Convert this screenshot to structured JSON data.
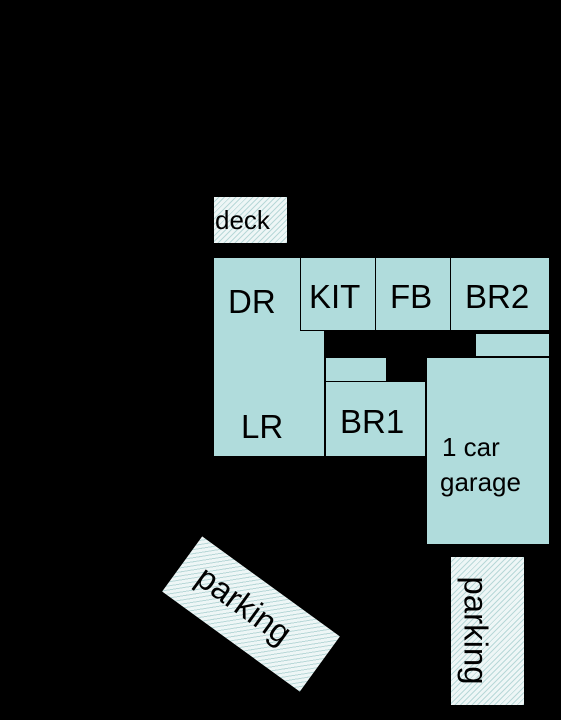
{
  "rooms": {
    "deck": "deck",
    "dining_room": "DR",
    "living_room": "LR",
    "kitchen": "KIT",
    "full_bath": "FB",
    "bedroom_2": "BR2",
    "bedroom_1": "BR1",
    "garage_line1": "1 car",
    "garage_line2": "garage"
  },
  "parking": {
    "left": "parking",
    "right": "parking"
  },
  "colors": {
    "background": "#000000",
    "room_fill": "#b0dcdc",
    "hatch_fill": "#eef6f6",
    "hatch_line": "#b8d8d8"
  }
}
